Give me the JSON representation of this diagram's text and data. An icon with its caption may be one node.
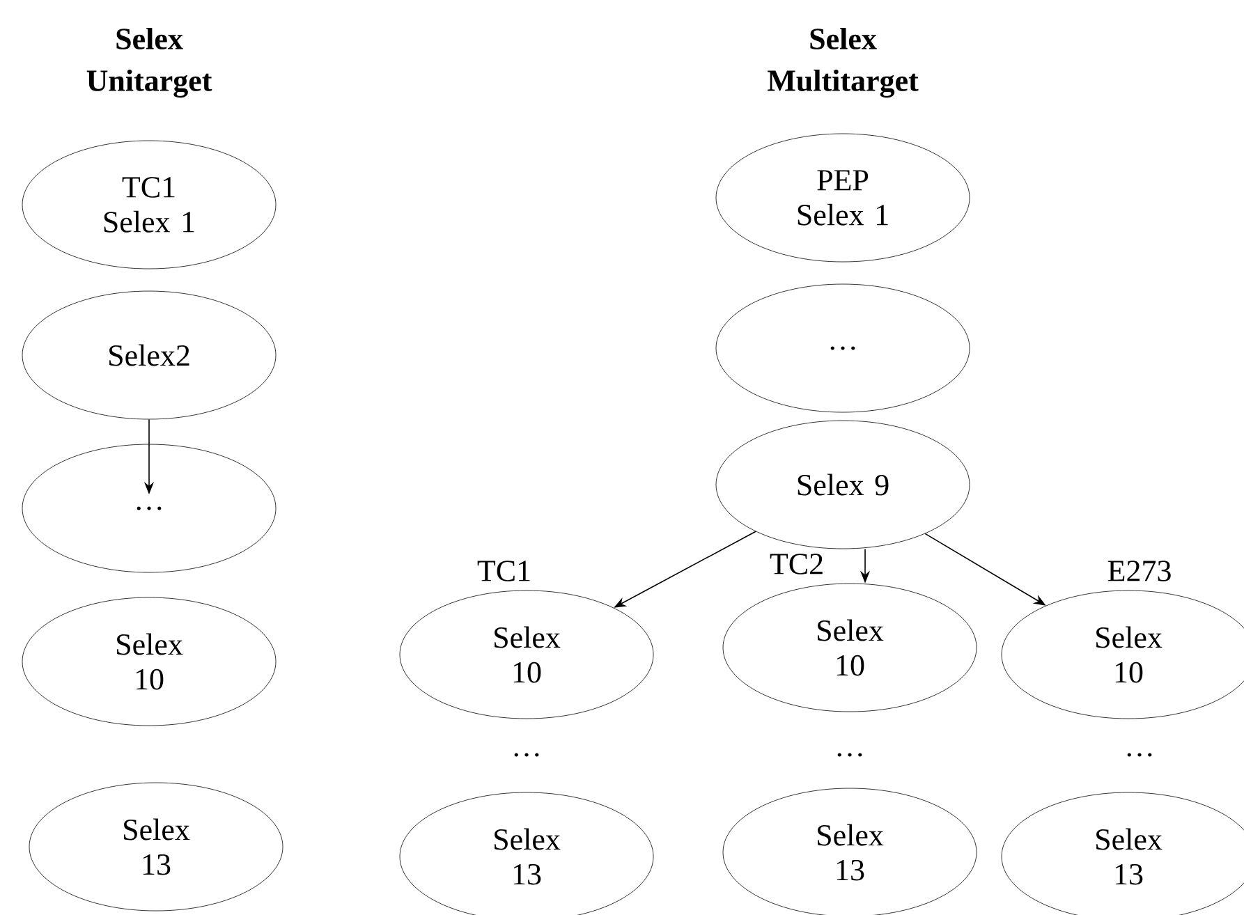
{
  "diagram": {
    "nodes": [
      {
        "text": [
          "TC1",
          "Selex 1"
        ]
      },
      {
        "text": [
          "Selex2"
        ]
      },
      {
        "text": [
          "…"
        ]
      },
      {
        "text": [
          "Selex 10"
        ]
      },
      {
        "text": [
          "Selex 13"
        ]
      },
      {
        "text": [
          "PEP",
          "Selex 1"
        ]
      },
      {
        "text": [
          "…"
        ]
      },
      {
        "text": [
          "Selex 9"
        ]
      },
      {
        "text": [
          "Selex 10"
        ],
        "beside": [
          "TC1"
        ]
      },
      {
        "text": [
          "Selex 13"
        ]
      },
      {
        "text": [
          "Selex 10"
        ],
        "beside": [
          "TC2"
        ]
      },
      {
        "text": [
          "Selex 13"
        ]
      },
      {
        "text": [
          "Selex 10"
        ],
        "beside": [
          "E273"
        ]
      },
      {
        "text": [
          "Selex 13"
        ]
      }
    ],
    "edges": [
      {
        "from": 1,
        "to": 2,
        "arrow": "to"
      },
      {
        "from": 7,
        "to": 8,
        "arrow": "to"
      },
      {
        "from": 7,
        "to": 10,
        "arrow": "to"
      },
      {
        "from": 7,
        "to": 12,
        "arrow": "to"
      }
    ],
    "labels": [
      "Selex Unitarget",
      "Selex Multitarget",
      "…",
      "…",
      "…"
    ]
  }
}
